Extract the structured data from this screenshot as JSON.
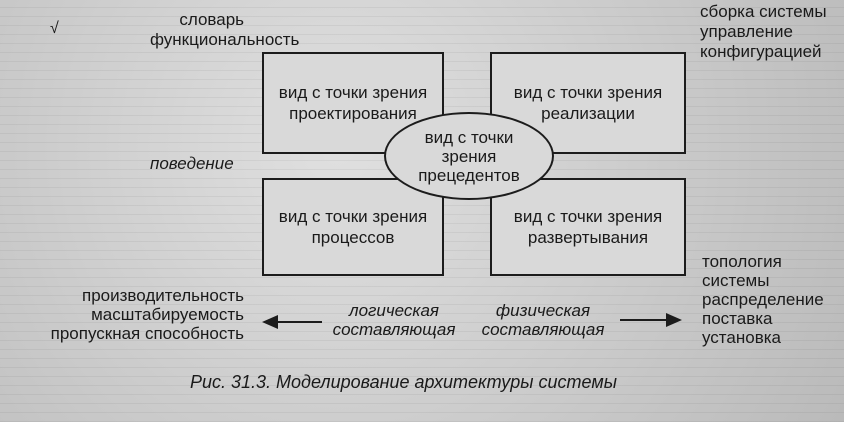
{
  "views": {
    "design": "вид с точки зрения проектирования",
    "implementation": "вид с точки зрения реализации",
    "use_case": "вид с точки\nзрения\nпрецедентов",
    "process": "вид с точки зрения процессов",
    "deployment": "вид с точки зрения развертывания"
  },
  "labels": {
    "top_left": "словарь\nфункциональность",
    "top_right": "сборка системы\nуправление\nконфигурацией",
    "behavior": "поведение",
    "bottom_right": "топология\nсистемы\nраспределение\nпоставка\nустановка",
    "bottom_left": "производительность\nмасштабируемость\nпропускная способность",
    "logical": "логическая\nсоставляющая",
    "physical": "физическая\nсоставляющая"
  },
  "caption": "Рис. 31.3. Моделирование архитектуры системы",
  "tick_mark": "√"
}
